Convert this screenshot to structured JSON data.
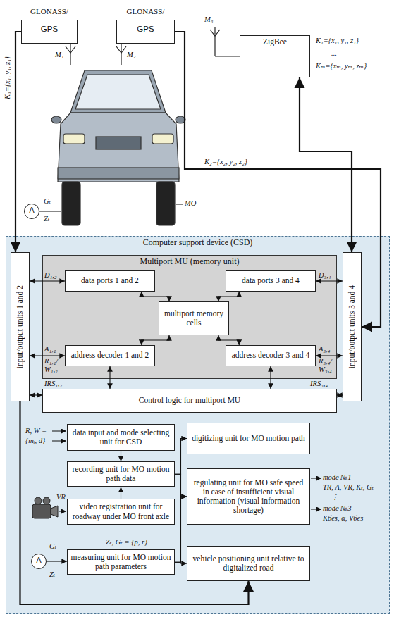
{
  "diagram": {
    "nodes": [
      {
        "text": [
          "GLONASS/",
          "GPS"
        ]
      },
      {
        "text": [
          "GLONASS/",
          "GPS"
        ]
      },
      {
        "text": [
          "ZigBee"
        ]
      },
      {
        "text": [
          "A"
        ]
      },
      {
        "text": [
          "Computer support device (CSD)"
        ]
      },
      {
        "text": [
          "input/output units 1 and 2"
        ],
        "in": 4
      },
      {
        "text": [
          "Multiport MU (memory unit)"
        ],
        "in": 4
      },
      {
        "text": [
          "data ports 1 and 2"
        ],
        "in": 6
      },
      {
        "text": [
          "data ports 3 and 4"
        ],
        "in": 6
      },
      {
        "text": [
          "multiport memory cells"
        ],
        "in": 6
      },
      {
        "text": [
          "address decoder 1 and 2"
        ],
        "in": 6
      },
      {
        "text": [
          "address decoder 3 and 4"
        ],
        "in": 6
      },
      {
        "text": [
          "input/output units 3 and 4"
        ],
        "in": 4
      },
      {
        "text": [
          "Control logic for multiport MU"
        ],
        "in": 4
      },
      {
        "text": [
          "data input and mode selecting unit for CSD"
        ],
        "in": 4
      },
      {
        "text": [
          "digitizing unit for MO motion path"
        ],
        "in": 4
      },
      {
        "text": [
          "recording unit for MO motion path data"
        ],
        "in": 4
      },
      {
        "text": [
          "regulating unit for MO safe speed in case of insufficient visual information (visual information shortage)"
        ],
        "in": 4
      },
      {
        "text": [
          "video registration unit for roadway under MO front axle"
        ],
        "in": 4
      },
      {
        "text": [
          "A"
        ],
        "in": 4
      },
      {
        "text": [
          "measuring unit for MO motion path parameters"
        ],
        "in": 4
      },
      {
        "text": [
          "vehicle positioning unit relative to digitalized road"
        ],
        "in": 4
      }
    ],
    "edges": [
      {
        "from": 0,
        "to": 5,
        "arrow": "to"
      },
      {
        "from": 1,
        "to": 12,
        "arrow": "to"
      },
      {
        "from": 2,
        "to": 12,
        "arrow": "both"
      },
      {
        "from": 5,
        "to": 7,
        "arrow": "both"
      },
      {
        "from": 5,
        "to": 10,
        "arrow": "both"
      },
      {
        "from": 5,
        "to": 13,
        "arrow": "both"
      },
      {
        "from": 12,
        "to": 8,
        "arrow": "both"
      },
      {
        "from": 12,
        "to": 11,
        "arrow": "both"
      },
      {
        "from": 12,
        "to": 13,
        "arrow": "both"
      },
      {
        "from": 7,
        "to": 9,
        "arrow": "both"
      },
      {
        "from": 8,
        "to": 9,
        "arrow": "both"
      },
      {
        "from": 10,
        "to": 9,
        "arrow": "both"
      },
      {
        "from": 11,
        "to": 9,
        "arrow": "both"
      },
      {
        "from": 10,
        "to": 13,
        "arrow": "both"
      },
      {
        "from": 11,
        "to": 13,
        "arrow": "both"
      },
      {
        "from": 14,
        "to": 16,
        "arrow": "to"
      },
      {
        "from": 18,
        "to": 16,
        "arrow": "to"
      },
      {
        "from": 16,
        "to": 15,
        "arrow": "to"
      },
      {
        "from": 16,
        "to": 17,
        "arrow": "to"
      },
      {
        "from": 20,
        "to": 17,
        "arrow": "to"
      },
      {
        "from": 20,
        "to": 21,
        "arrow": "to"
      },
      {
        "from": 19,
        "to": 20,
        "arrow": "to"
      },
      {
        "from": 5,
        "to": 21,
        "arrow": "to"
      }
    ],
    "labels": [
      "M₁",
      "M₂",
      "M₃",
      "K₁={x₁, y₁, z₁}",
      "K₁={x₁, y₁, z₁}",
      "...",
      "Kₘ={xₘ, yₘ, zₘ}",
      "K₂={x₂, y₂, z₂}",
      "Gₜ",
      "Zₜ",
      "MO",
      "D₁,₂",
      "A₁,₂",
      "R₁,₂/",
      "W₁,₂",
      "IRS₁,₂",
      "D₃,₄",
      "A₃,₄",
      "R₃,₄/",
      "W₃,₄",
      "IRS₃,₄",
      "R, W =",
      "{mᵢ, d}",
      "VR",
      "Gₜ",
      "Zₜ",
      "Zₜ, Gₜ = {p, r}",
      "mode №1 –",
      "TR, Λ, VR, Kₜ, Gₜ",
      "⋮",
      "mode №3 –",
      "Kбез, α, Vбез"
    ]
  }
}
